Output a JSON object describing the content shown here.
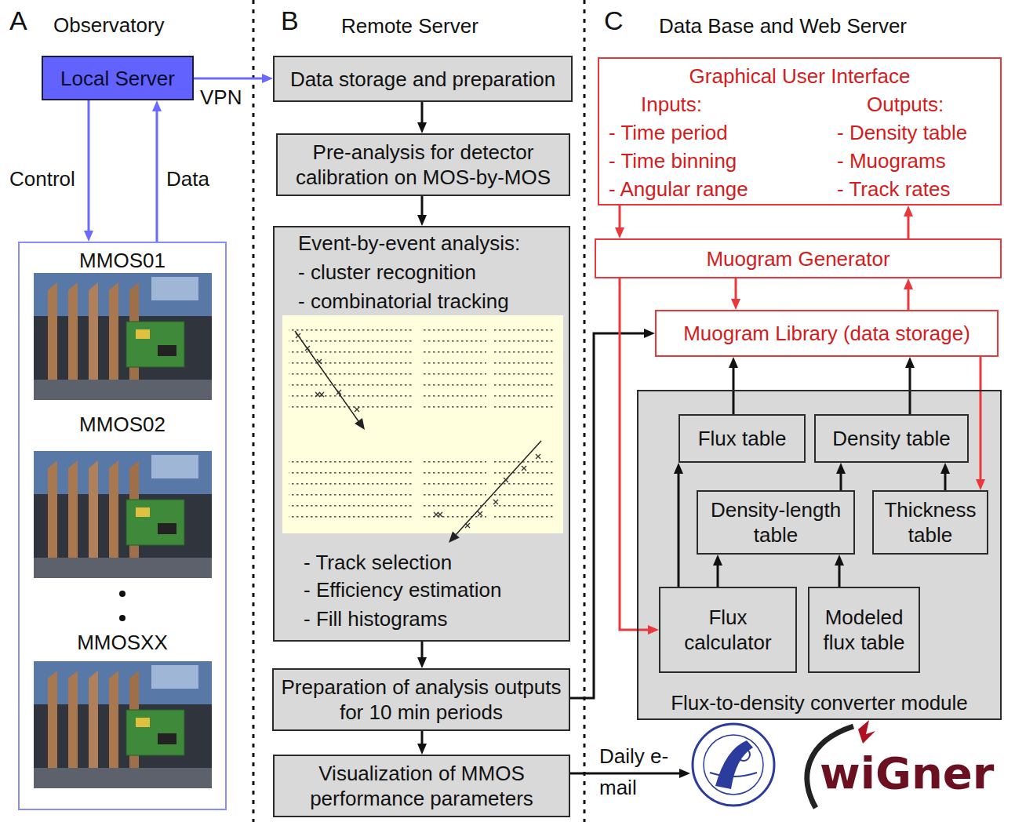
{
  "diagram": {
    "nodes": [
      {
        "text": [
          "Local Server"
        ]
      },
      {
        "text": [
          "MMOS01",
          "MMOS02",
          "MMOSXX"
        ]
      },
      {
        "text": [
          "Data storage and preparation"
        ]
      },
      {
        "text": [
          "Pre-analysis for detector calibration on MOS-by-MOS"
        ]
      },
      {
        "text": [
          "Event-by-event analysis:",
          "- cluster recognition",
          "- combinatorial tracking",
          "- Track selection",
          "- Efficiency estimation",
          "- Fill histograms"
        ]
      },
      {
        "text": [
          "Preparation of analysis outputs for 10 min periods"
        ]
      },
      {
        "text": [
          "Visualization of MMOS performance parameters"
        ]
      },
      {
        "text": [
          "Graphical User Interface",
          "Inputs:",
          "- Time period",
          "- Time binning",
          "- Angular range",
          "Outputs:",
          "- Density table",
          "- Muograms",
          "- Track rates"
        ]
      },
      {
        "text": [
          "Muogram Generator"
        ]
      },
      {
        "text": [
          "Muogram Library (data storage)"
        ]
      },
      {
        "text": [
          "Flux-to-density converter module"
        ]
      },
      {
        "text": [
          "Flux table"
        ],
        "in": 10
      },
      {
        "text": [
          "Density table"
        ],
        "in": 10
      },
      {
        "text": [
          "Density-length table"
        ],
        "in": 10
      },
      {
        "text": [
          "Thickness table"
        ],
        "in": 10
      },
      {
        "text": [
          "Flux calculator"
        ],
        "in": 10
      },
      {
        "text": [
          "Modeled flux table"
        ],
        "in": 10
      }
    ],
    "edges": [
      {
        "from": 0,
        "to": 1,
        "arrow": "to",
        "label": "Control"
      },
      {
        "from": 1,
        "to": 0,
        "arrow": "to",
        "label": "Data"
      },
      {
        "from": 0,
        "to": 2,
        "arrow": "to",
        "label": "VPN"
      },
      {
        "from": 2,
        "to": 3,
        "arrow": "to"
      },
      {
        "from": 3,
        "to": 4,
        "arrow": "to"
      },
      {
        "from": 4,
        "to": 5,
        "arrow": "to"
      },
      {
        "from": 5,
        "to": 6,
        "arrow": "to"
      },
      {
        "from": 5,
        "to": 9,
        "arrow": "to"
      },
      {
        "from": 7,
        "to": 8,
        "arrow": "to"
      },
      {
        "from": 8,
        "to": 7,
        "arrow": "to"
      },
      {
        "from": 8,
        "to": 9,
        "arrow": "to"
      },
      {
        "from": 9,
        "to": 8,
        "arrow": "to"
      },
      {
        "from": 8,
        "to": 15,
        "arrow": "to"
      },
      {
        "from": 9,
        "to": 14,
        "arrow": "to"
      },
      {
        "from": 11,
        "to": 9,
        "arrow": "to"
      },
      {
        "from": 12,
        "to": 9,
        "arrow": "to"
      },
      {
        "from": 15,
        "to": 11,
        "arrow": "to"
      },
      {
        "from": 15,
        "to": 13,
        "arrow": "to"
      },
      {
        "from": 16,
        "to": 13,
        "arrow": "to"
      },
      {
        "from": 13,
        "to": 12,
        "arrow": "to"
      },
      {
        "from": 14,
        "to": 12,
        "arrow": "to"
      }
    ],
    "labels": [
      "A",
      "Observatory",
      "B",
      "Remote Server",
      "C",
      "Data Base and Web Server",
      "Daily e-mail",
      "wiGner"
    ]
  }
}
